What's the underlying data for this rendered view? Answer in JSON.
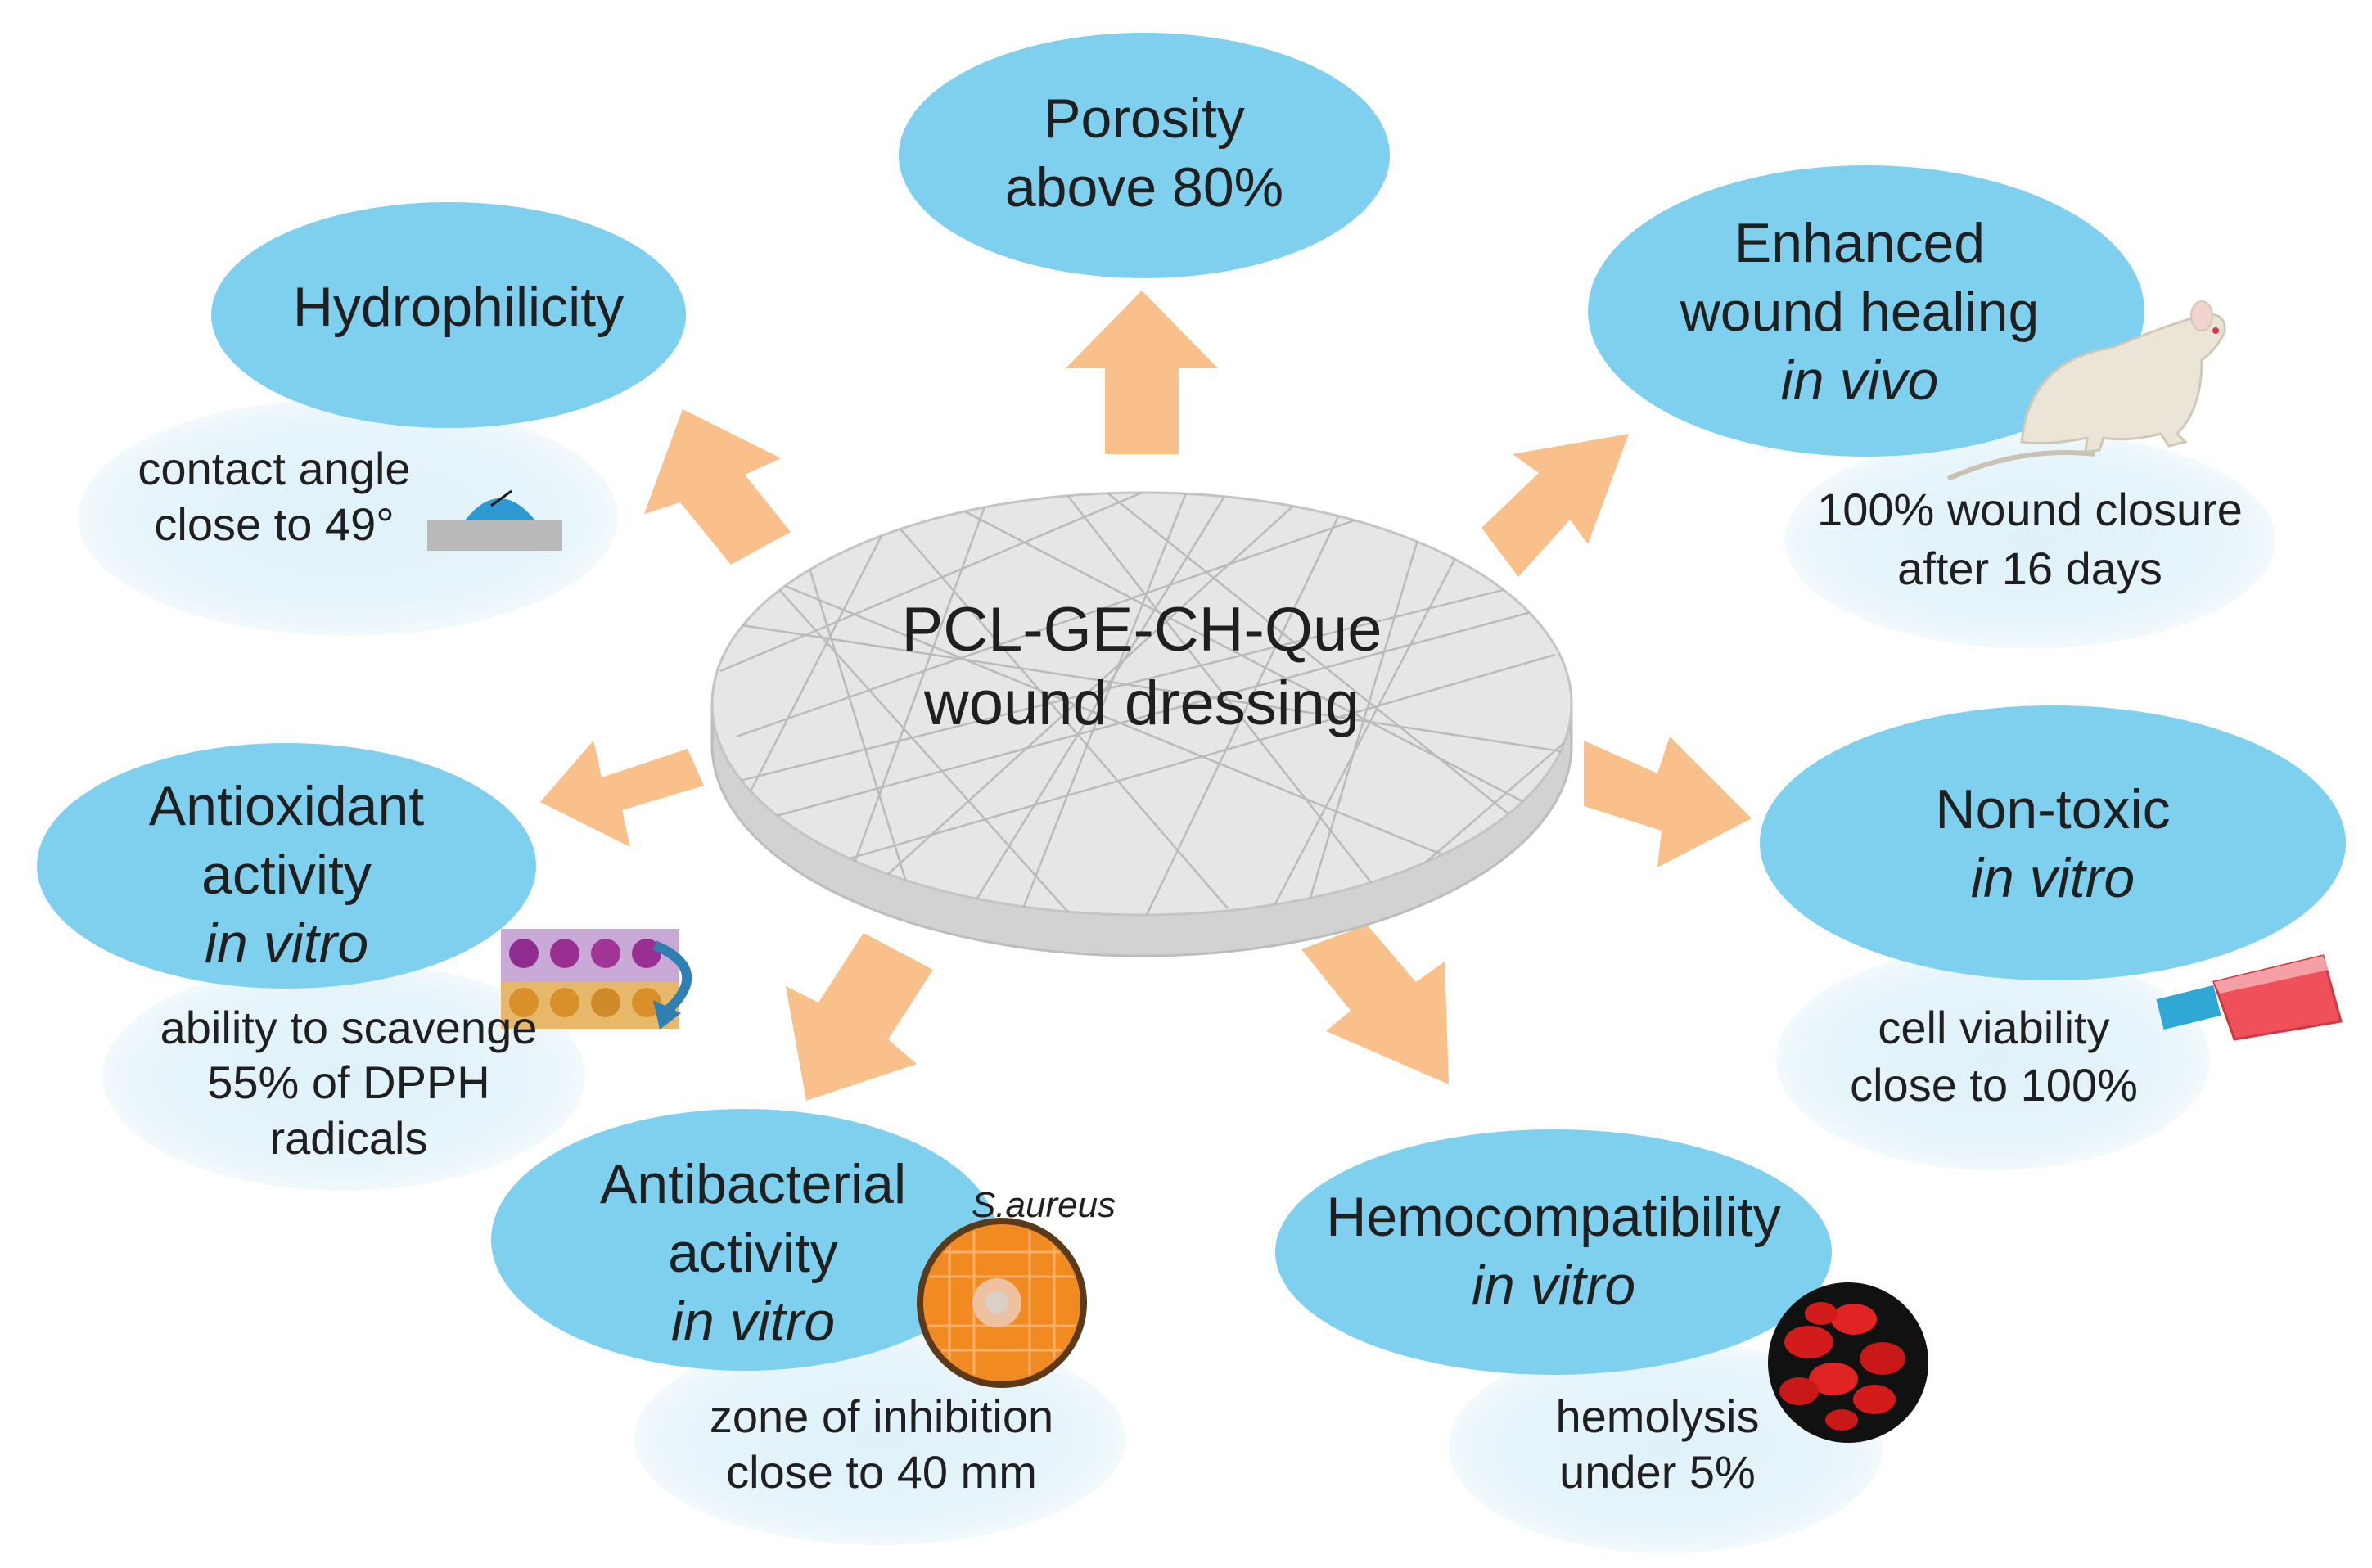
{
  "center": {
    "line1": "PCL-GE-CH-Que",
    "line2": "wound dressing"
  },
  "properties": {
    "porosity": {
      "line1": "Porosity",
      "line2": "above 80%"
    },
    "hydrophilicity": {
      "title": "Hydrophilicity",
      "detail1": "contact angle",
      "detail2": "close to 49°"
    },
    "wound_healing": {
      "line1": "Enhanced",
      "line2": "wound healing",
      "line3": "in vivo",
      "detail1": "100% wound closure",
      "detail2": "after 16 days"
    },
    "antioxidant": {
      "line1": "Antioxidant",
      "line2": "activity",
      "line3": "in vitro",
      "detail1": "ability to scavenge",
      "detail2": "55% of DPPH",
      "detail3": "radicals"
    },
    "non_toxic": {
      "line1": "Non-toxic",
      "line2": "in vitro",
      "detail1": "cell viability",
      "detail2": "close to 100%"
    },
    "antibacterial": {
      "line1": "Antibacterial",
      "line2": "activity",
      "line3": "in vitro",
      "detail1": "zone of inhibition",
      "detail2": "close to 40 mm",
      "organism": "S.aureus"
    },
    "hemocompatibility": {
      "line1": "Hemocompatibility",
      "line2": "in vitro",
      "detail1": "hemolysis",
      "detail2": "under 5%"
    }
  },
  "colors": {
    "bubble": "#7fd0ef",
    "bubble_light": "#e3f3fb",
    "arrow": "#f9c08c",
    "disc": "#e4e4e4",
    "disc_edge": "#bdbdbd",
    "agar": "#f28a22",
    "flask_cap": "#2fa8d6",
    "flask_body": "#f0505a",
    "cells": "#d41b1b"
  },
  "icons": [
    "water-droplet-icon",
    "rat-icon",
    "well-plate-icon",
    "culture-flask-icon",
    "petri-dish-icon",
    "red-blood-cells-icon"
  ]
}
